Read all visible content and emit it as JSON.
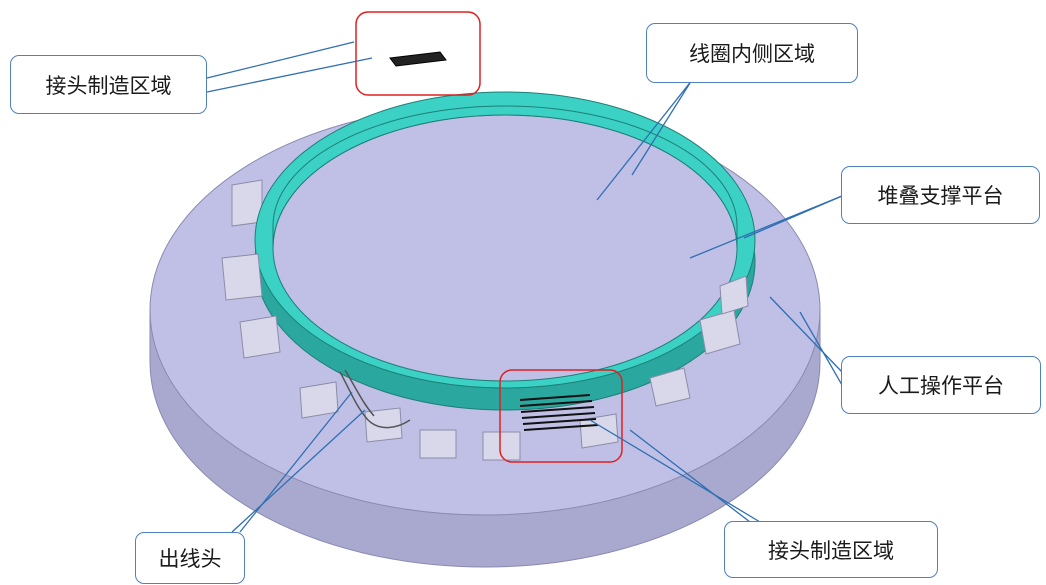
{
  "labels": {
    "joint_area_top": "接头制造区域",
    "inner_area": "线圈内侧区域",
    "stack_support": "堆叠支撑平台",
    "manual_platform": "人工操作平台",
    "joint_area_bottom": "接头制造区域",
    "lead_out": "出线头"
  },
  "colors": {
    "platform_top": "#c0c0e6",
    "platform_side": "#a9a9cf",
    "coil": "#3bd1c4",
    "coil_dark": "#2aa79e",
    "block": "#d8d8ea",
    "block_side": "#bdbdd3",
    "callout_border": "#4f81bd",
    "highlight_box": "#e02020",
    "leader_line": "#2f6fb3"
  }
}
